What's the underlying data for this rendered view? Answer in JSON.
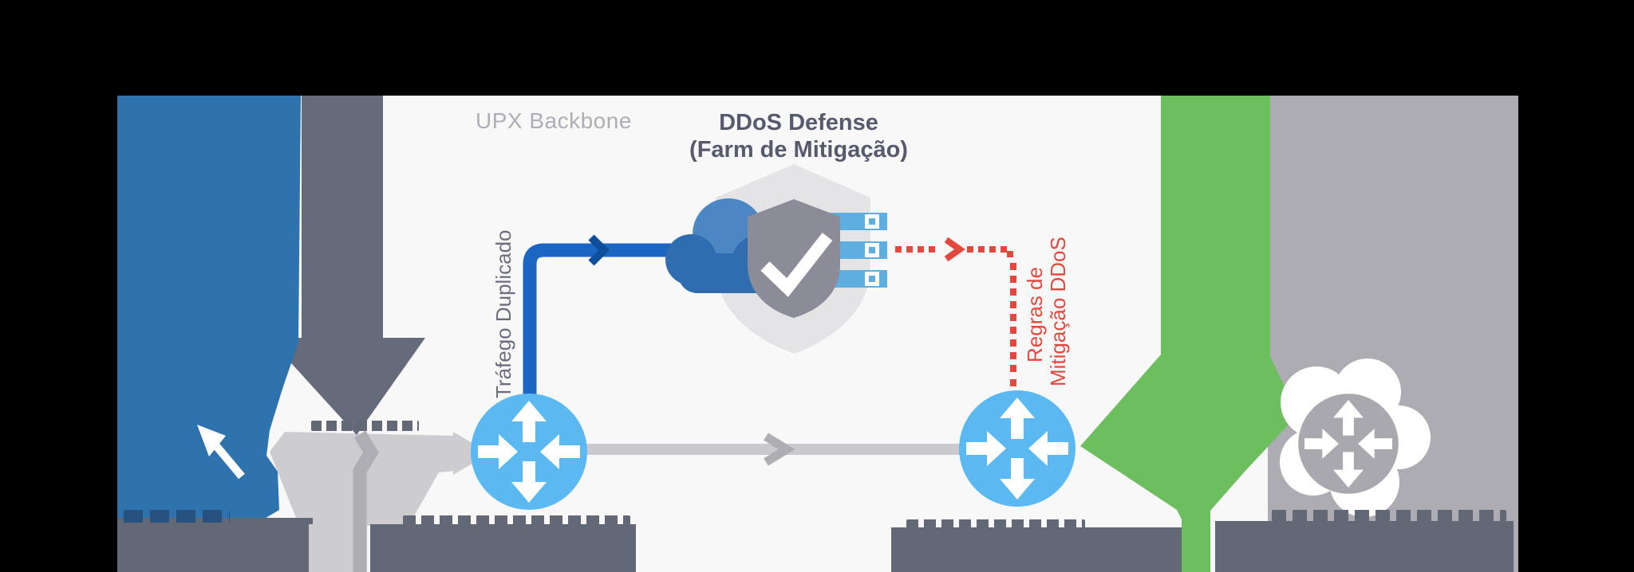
{
  "diagram_title": "UPX DDoS mitigation flow diagram",
  "labels": {
    "backbone": "UPX Backbone",
    "defense_line1": "DDoS Defense",
    "defense_line2": "(Farm de Mitigação)",
    "duplicated_traffic": "Tráfego Duplicado",
    "mitigation_rules_line1": "Regras de",
    "mitigation_rules_line2": "Mitigação DDoS"
  },
  "icons": {
    "cursor": "cursor-arrow-icon (white pointer over blue attacker shape)",
    "router": "router-icon (circle with four arrows)",
    "cloud": "cloud-icon (blue traffic cloud)",
    "shield_check": "shield-check-icon (gray shield with white checkmark)",
    "shield_backdrop": "shield-outline-icon (large light gray shield)",
    "server_stack": "server-stack-icon (three blue server bars)"
  },
  "colors": {
    "letterbox_black": "#000000",
    "background": "#F8F8F8",
    "attacker_blue": "#2E73AE",
    "dirty_traffic_slate": "#666B7B",
    "caption_banner_slate": "#636876",
    "light_arrow_gray": "#CDCDD1",
    "client_band_gray": "#ACACB2",
    "clean_traffic_green": "#6CBE5E",
    "router_blue": "#5CB8F0",
    "client_router_gray": "#A8A8AE",
    "pipe_blue": "#1A66C2",
    "pipe_chevron_blue": "#0E4F9C",
    "alert_red": "#E2483D",
    "backbone_label_gray": "#AEAEB6",
    "defense_label_dark": "#565A6C",
    "cloud_blue_dark": "#2F6DB0",
    "cloud_blue_light": "#4C86C3",
    "shield_front_gray": "#8C8C99",
    "shield_back_light": "#E4E4E7",
    "server_bar_blue": "#5FAEE0",
    "navy_fragment": "#27517E"
  }
}
